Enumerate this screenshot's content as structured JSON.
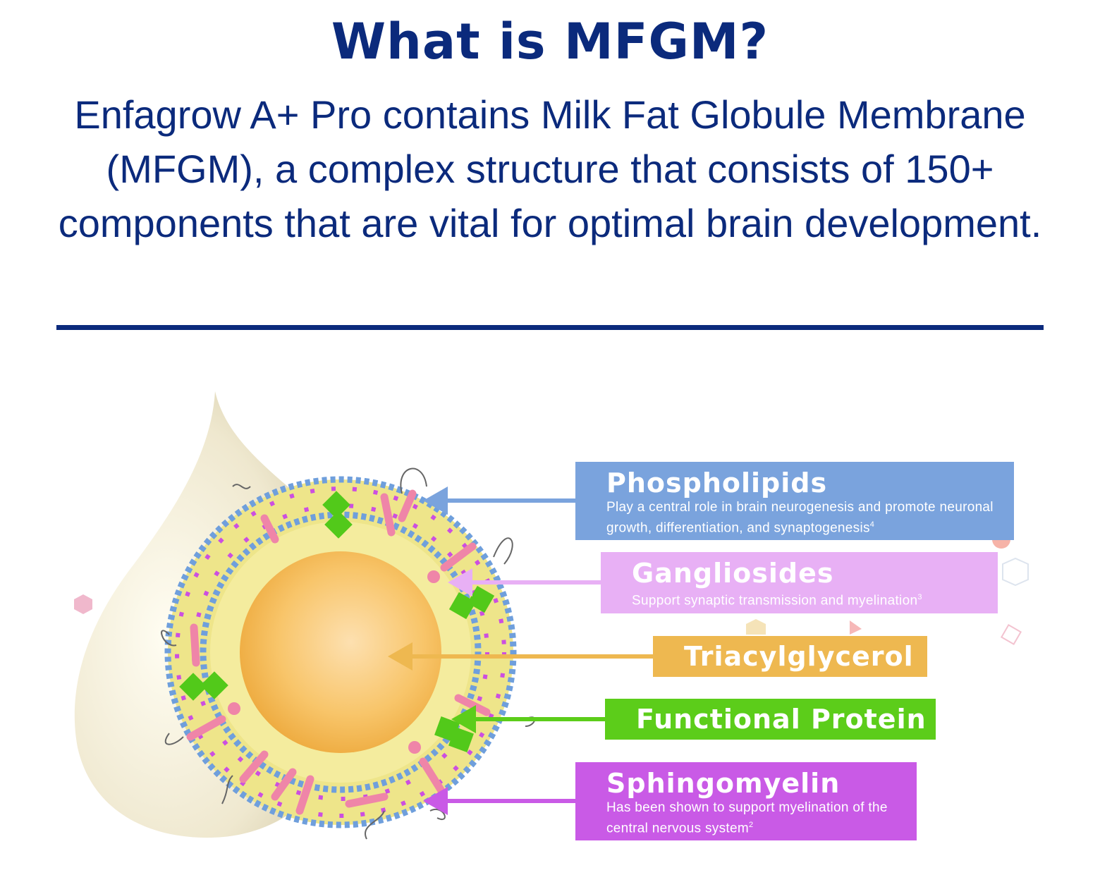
{
  "title": "What is MFGM?",
  "intro": "Enfagrow A+ Pro contains Milk Fat Globule Membrane (MFGM), a complex structure that consists of 150+ components that are vital for optimal brain development.",
  "colors": {
    "navy": "#0b2a7c",
    "phospholipids": "#7aa3dd",
    "gangliosides": "#e8b0f5",
    "triacylglycerol": "#eeb850",
    "functional_protein": "#5ccd1a",
    "sphingomyelin": "#c95ae6"
  },
  "components": [
    {
      "name": "Phospholipids",
      "desc": "Play a central role in brain neurogenesis and promote neuronal growth, differentiation, and synaptogenesis",
      "ref": "4"
    },
    {
      "name": "Gangliosides",
      "desc": "Support synaptic transmission and myelination",
      "ref": "3"
    },
    {
      "name": "Triacylglycerol"
    },
    {
      "name": "Functional Protein"
    },
    {
      "name": "Sphingomyelin",
      "desc": "Has been shown to support myelination of the central nervous system",
      "ref": "2"
    }
  ]
}
